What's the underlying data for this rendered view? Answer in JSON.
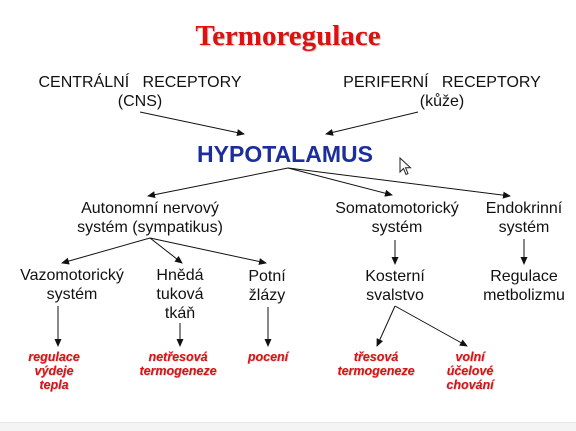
{
  "title": "Termoregulace",
  "colors": {
    "title": "#e01010",
    "hypothalamus": "#1c2e99",
    "effects": "#e01010",
    "text": "#111111",
    "arrows": "#111111"
  },
  "receptors": {
    "central": {
      "label": "CENTRÁLNÍ   RECEPTORY",
      "sub": "(CNS)"
    },
    "peripheral": {
      "label": "PERIFERNÍ   RECEPTORY",
      "sub": "(kůže)"
    }
  },
  "hypothalamus": "HYPOTALAMUS",
  "systems": {
    "autonomic": {
      "line1": "Autonomní nervový",
      "line2": "systém (sympatikus)"
    },
    "somatomotor": {
      "line1": "Somatomotorický",
      "line2": "systém"
    },
    "endocrine": {
      "line1": "Endokrinní",
      "line2": "systém"
    }
  },
  "effectors": {
    "vasomotor": {
      "line1": "Vazomotorický",
      "line2": "systém"
    },
    "brown_fat": {
      "line1": "Hnědá",
      "line2": "tuková",
      "line3": "tkáň"
    },
    "sweat": {
      "line1": "Potní",
      "line2": "žlázy"
    },
    "skeletal": {
      "line1": "Kosterní",
      "line2": "svalstvo"
    },
    "metabolism": {
      "line1": "Regulace",
      "line2": "metbolizmu"
    }
  },
  "effects": {
    "heat_output": {
      "line1": "regulace",
      "line2": "výdeje",
      "line3": "tepla"
    },
    "nonshivering": {
      "line1": "netřesová",
      "line2": "termogeneze"
    },
    "sweating": {
      "line1": "pocení"
    },
    "shivering": {
      "line1": "třesová",
      "line2": "termogeneze"
    },
    "voluntary": {
      "line1": "volní",
      "line2": "účelové",
      "line3": "chování"
    }
  },
  "cursor": "arrow-cursor"
}
